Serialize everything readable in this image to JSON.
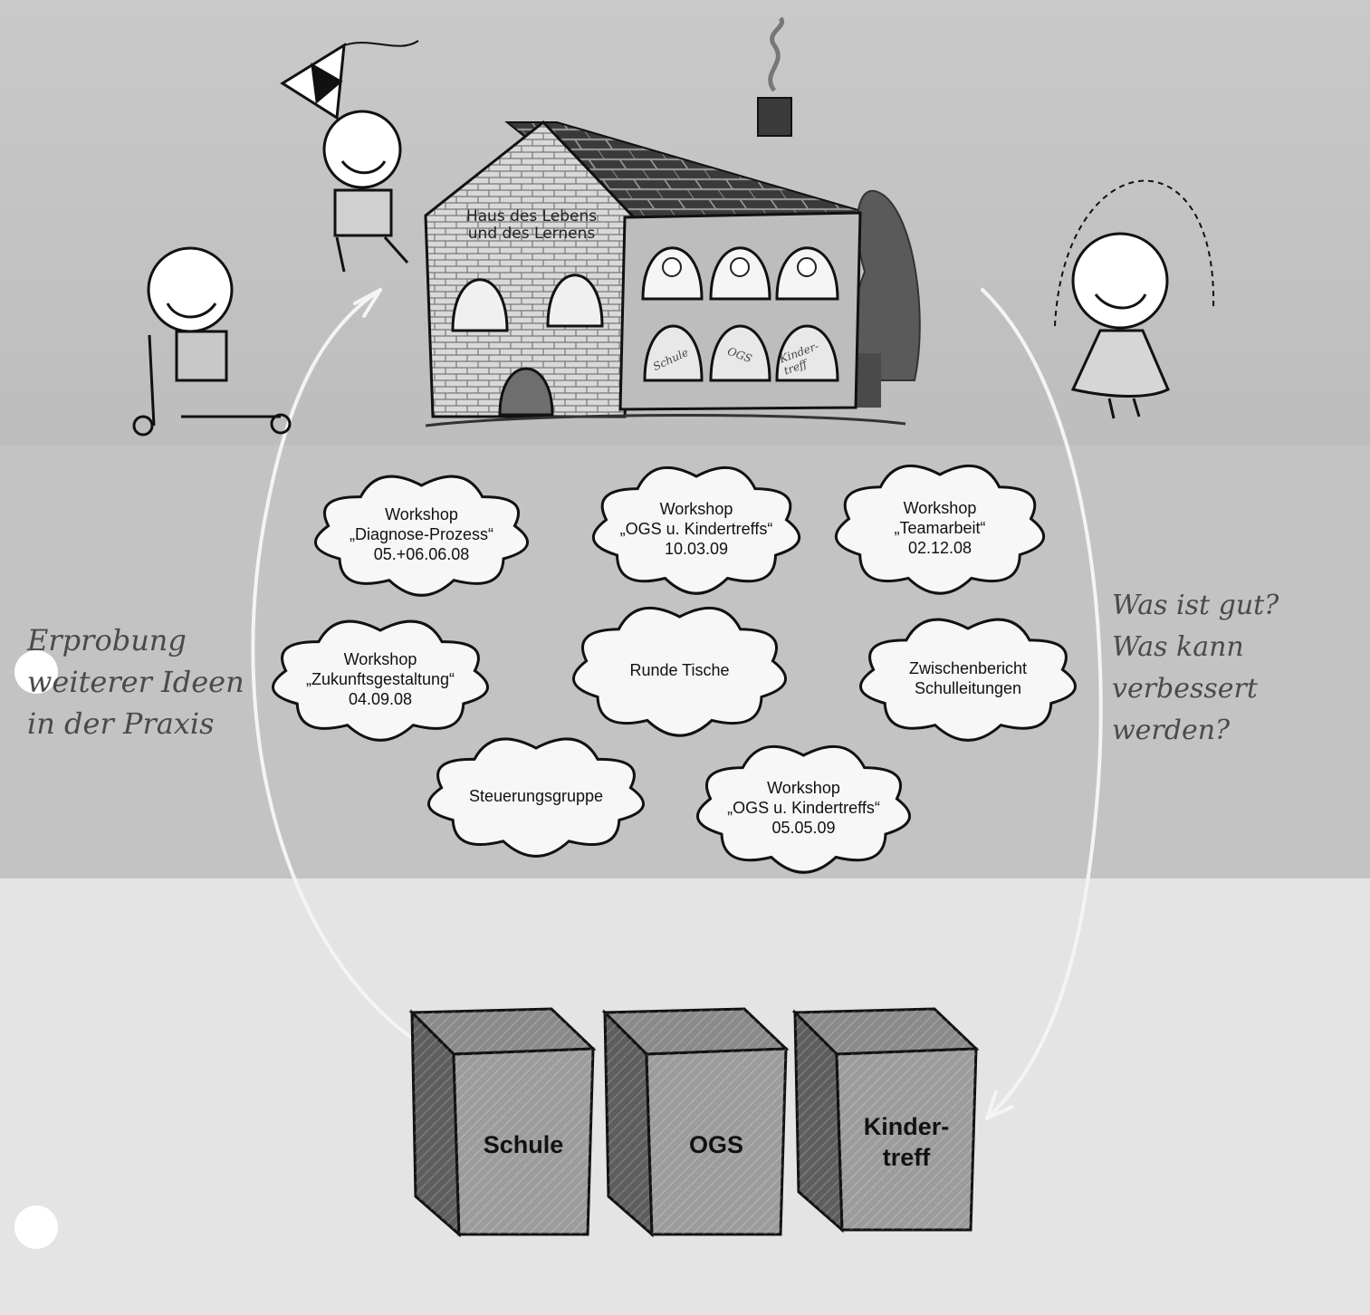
{
  "house": {
    "sign": [
      "Haus des Lebens",
      "und des Lernens"
    ],
    "windows": [
      "Schule",
      "OGS",
      "Kinder-treff"
    ]
  },
  "left_note": [
    "Erprobung",
    "weiterer Ideen",
    "in der Praxis"
  ],
  "right_note": [
    "Was ist gut?",
    "Was kann",
    "verbessert werden?"
  ],
  "clouds": [
    {
      "lines": [
        "Workshop",
        "„Diagnose-Prozess“",
        "05.+06.06.08"
      ]
    },
    {
      "lines": [
        "Workshop",
        "„OGS u. Kindertreffs“",
        "10.03.09"
      ]
    },
    {
      "lines": [
        "Workshop",
        "„Teamarbeit“",
        "02.12.08"
      ]
    },
    {
      "lines": [
        "Workshop",
        "„Zukunftsgestaltung“",
        "04.09.08"
      ]
    },
    {
      "lines": [
        "Runde Tische"
      ]
    },
    {
      "lines": [
        "Zwischenbericht",
        "Schulleitungen"
      ]
    },
    {
      "lines": [
        "Steuerungsgruppe"
      ]
    },
    {
      "lines": [
        "Workshop",
        "„OGS u. Kindertreffs“",
        "05.05.09"
      ]
    }
  ],
  "cubes": [
    {
      "label": [
        "Schule"
      ]
    },
    {
      "label": [
        "OGS"
      ]
    },
    {
      "label": [
        "Kinder-",
        "treff"
      ]
    }
  ]
}
